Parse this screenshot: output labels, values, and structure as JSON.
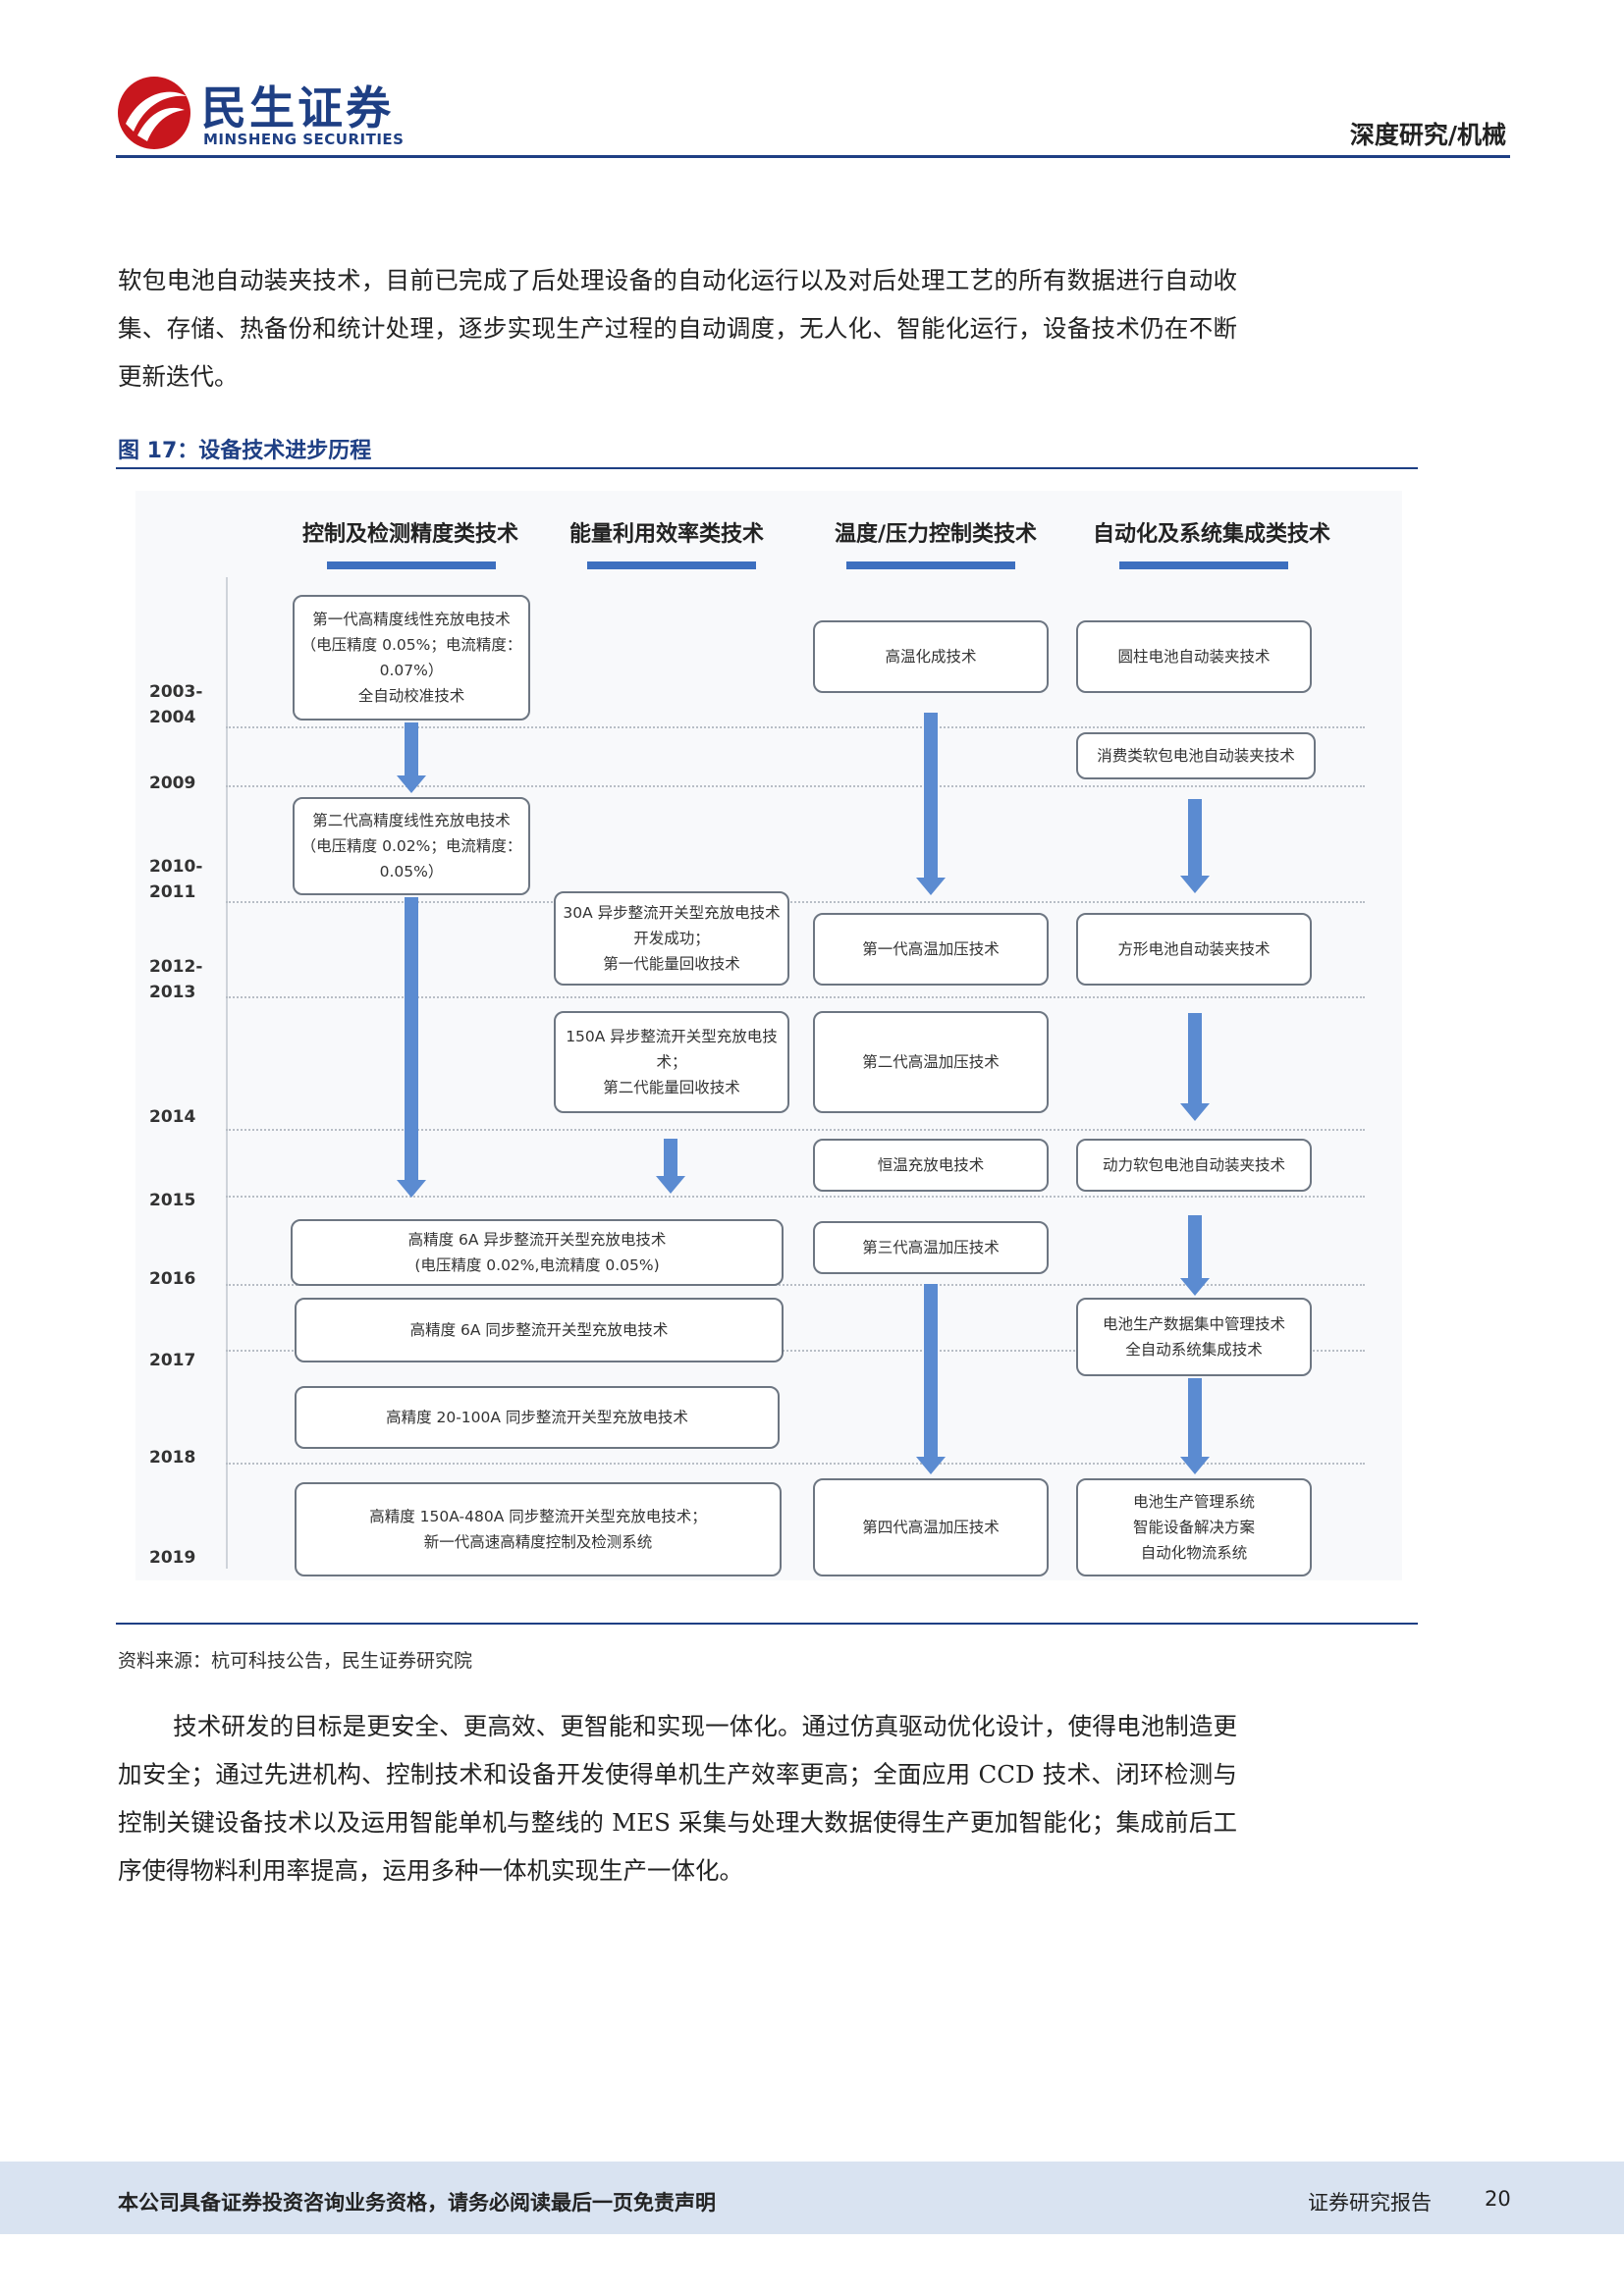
{
  "header": {
    "logo_cn": "民生证券",
    "logo_en": "MINSHENG SECURITIES",
    "section_tag": "深度研究/机械",
    "brand_color": "#1e3f84"
  },
  "intro_paragraph": "软包电池自动装夹技术，目前已完成了后处理设备的自动化运行以及对后处理工艺的所有数据进行自动收集、存储、热备份和统计处理，逐步实现生产过程的自动调度，无人化、智能化运行，设备技术仍在不断更新迭代。",
  "figure": {
    "title": "图 17：设备技术进步历程",
    "source": "资料来源：杭可科技公告，民生证券研究院",
    "columns": [
      "控制及检测精度类技术",
      "能量利用效率类技术",
      "温度/压力控制类技术",
      "自动化及系统集成类技术"
    ],
    "years": [
      "2003-\n2004",
      "2009",
      "2010-\n2011",
      "2012-\n2013",
      "2014",
      "2015",
      "2016",
      "2017",
      "2018",
      "2019"
    ],
    "boxes": {
      "c1_gen1": "第一代高精度线性充放电技术（电压精度 0.05%；电流精度：0.07%）\n全自动校准技术",
      "c1_gen2": "第二代高精度线性充放电技术（电压精度 0.02%；电流精度：0.05%）",
      "c1_6a_async": "高精度 6A 异步整流开关型充放电技术\n(电压精度 0.02%,电流精度 0.05%)",
      "c1_6a_sync": "高精度 6A 同步整流开关型充放电技术",
      "c1_20_100a": "高精度 20-100A 同步整流开关型充放电技术",
      "c1_150_480a": "高精度 150A-480A 同步整流开关型充放电技术；\n新一代高速高精度控制及检测系统",
      "c2_30a": "30A 异步整流开关型充放电技术开发成功；\n第一代能量回收技术",
      "c2_150a": "150A 异步整流开关型充放电技术；\n第二代能量回收技术",
      "c3_high_temp": "高温化成技术",
      "c3_gen1": "第一代高温加压技术",
      "c3_gen2": "第二代高温加压技术",
      "c3_const_temp": "恒温充放电技术",
      "c3_gen3": "第三代高温加压技术",
      "c3_gen4": "第四代高温加压技术",
      "c4_cyl": "圆柱电池自动装夹技术",
      "c4_consumer": "消费类软包电池自动装夹技术",
      "c4_square": "方形电池自动装夹技术",
      "c4_power": "动力软包电池自动装夹技术",
      "c4_data": "电池生产数据集中管理技术\n全自动系统集成技术",
      "c4_mgmt": "电池生产管理系统\n智能设备解决方案\n自动化物流系统"
    }
  },
  "body_paragraph": "技术研发的目标是更安全、更高效、更智能和实现一体化。通过仿真驱动优化设计，使得电池制造更加安全；通过先进机构、控制技术和设备开发使得单机生产效率更高；全面应用 CCD 技术、闭环检测与控制关键设备技术以及运用智能单机与整线的 MES 采集与处理大数据使得生产更加智能化；集成前后工序使得物料利用率提高，运用多种一体机实现生产一体化。",
  "footer": {
    "disclaimer": "本公司具备证券投资咨询业务资格，请务必阅读最后一页免责声明",
    "report_type": "证券研究报告",
    "page_number": "20"
  }
}
